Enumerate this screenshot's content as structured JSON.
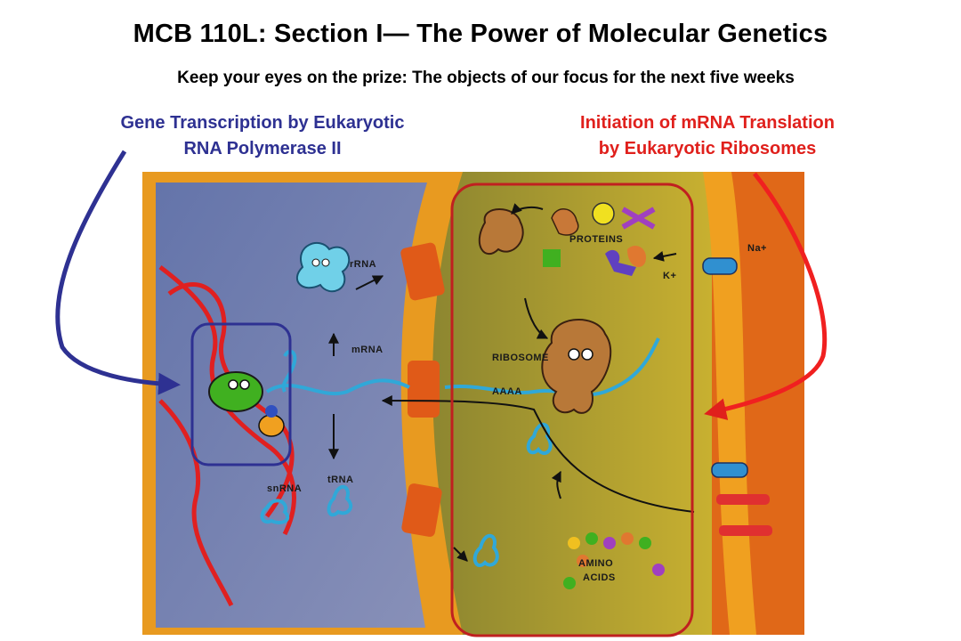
{
  "slide": {
    "title": "MCB 110L:  Section I—  The Power of Molecular Genetics",
    "subtitle": "Keep your eyes on the prize: The objects of our focus for the next five weeks"
  },
  "captions": {
    "left": {
      "line1": "Gene Transcription by Eukaryotic",
      "line2": "RNA Polymerase II",
      "color": "#2e3192"
    },
    "right": {
      "line1": "Initiation of mRNA Translation",
      "line2": "by Eukaryotic Ribosomes",
      "color": "#e0201c"
    }
  },
  "illustration": {
    "labels": {
      "rrna": "rRNA",
      "mrna": "mRNA",
      "trna": "tRNA",
      "snrna": "snRNA",
      "ribosome": "RIBOSOME",
      "aaaa": "AAAA",
      "proteins": "PROTEINS",
      "amino": "AMINO",
      "acids": "ACIDS",
      "potassium": "K+",
      "sodium": "Na+"
    },
    "colors": {
      "nucleus": "#5a6aa0",
      "cytoplasm": "#a8a030",
      "membrane": "#f0a020",
      "outside": "#e06818",
      "dna": "#e02020",
      "rna": "#30a8d8",
      "polymerase": "#40b020"
    }
  }
}
